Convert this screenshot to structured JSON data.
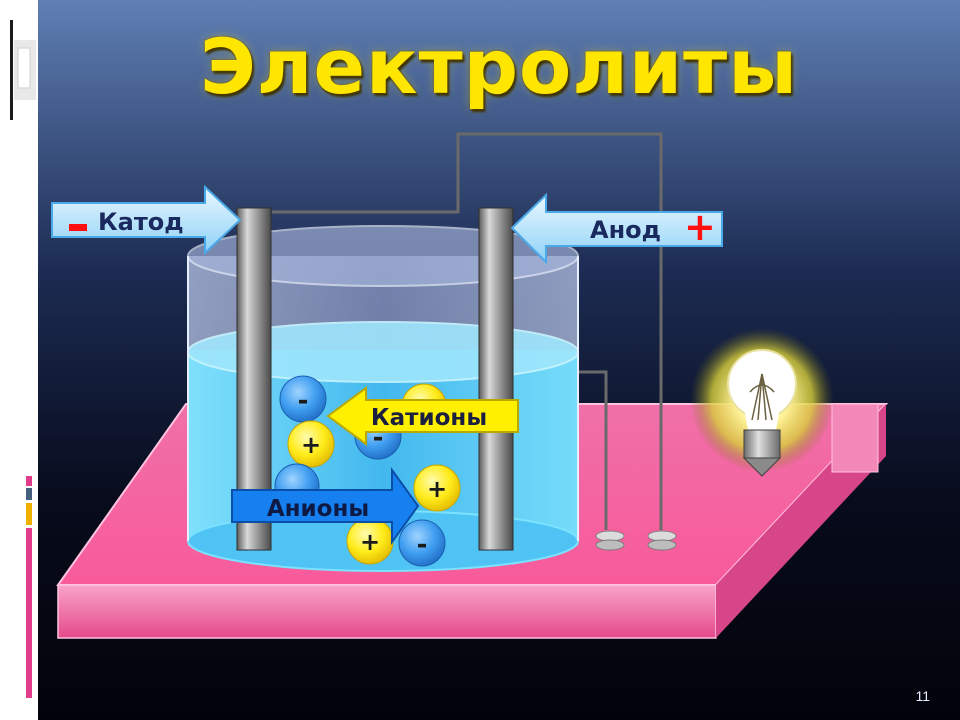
{
  "title": "Электролиты",
  "cathode": {
    "label": "Катод",
    "sign": "–"
  },
  "anode": {
    "label": "Анод",
    "sign": "+"
  },
  "cations_label": "Катионы",
  "anions_label": "Анионы",
  "ion_signs": {
    "positive": "+",
    "negative": "-"
  },
  "page_number": "11",
  "colors": {
    "background_top": "#5f7fb4",
    "background_bottom": "#02030a",
    "title": "#ffe600",
    "table": "#f65aa0",
    "water": "#5ad0f5",
    "cation_arrow": "#fff000",
    "anion_arrow": "#1680f0",
    "cation_ball": "#ffec1a",
    "anion_ball": "#3f9df0",
    "sign_red": "#ff1010"
  }
}
